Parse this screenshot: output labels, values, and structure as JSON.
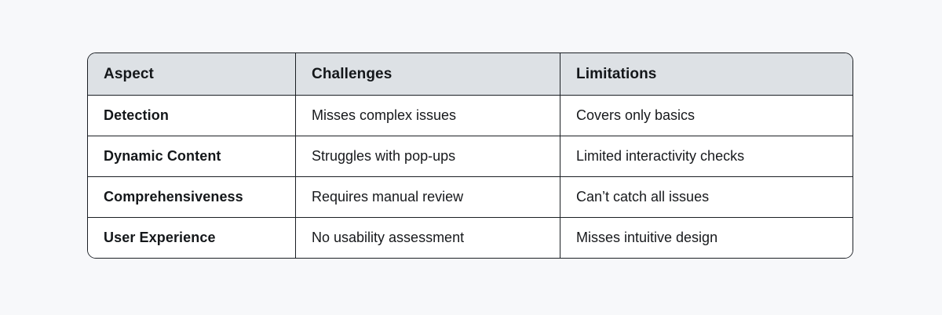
{
  "table": {
    "columns": [
      {
        "key": "aspect",
        "label": "Aspect"
      },
      {
        "key": "challenges",
        "label": "Challenges"
      },
      {
        "key": "limitations",
        "label": "Limitations"
      }
    ],
    "rows": [
      {
        "aspect": "Detection",
        "challenges": "Misses complex issues",
        "limitations": "Covers only basics"
      },
      {
        "aspect": "Dynamic Content",
        "challenges": "Struggles with pop-ups",
        "limitations": "Limited interactivity checks"
      },
      {
        "aspect": "Comprehensiveness",
        "challenges": "Requires manual review",
        "limitations": "Can’t catch all issues"
      },
      {
        "aspect": "User Experience",
        "challenges": "No usability assessment",
        "limitations": "Misses intuitive design"
      }
    ]
  },
  "colors": {
    "page_background": "#f7f8fa",
    "header_background": "#dde1e5",
    "cell_background": "#ffffff",
    "border": "#1b1f24",
    "text": "#14171a"
  }
}
